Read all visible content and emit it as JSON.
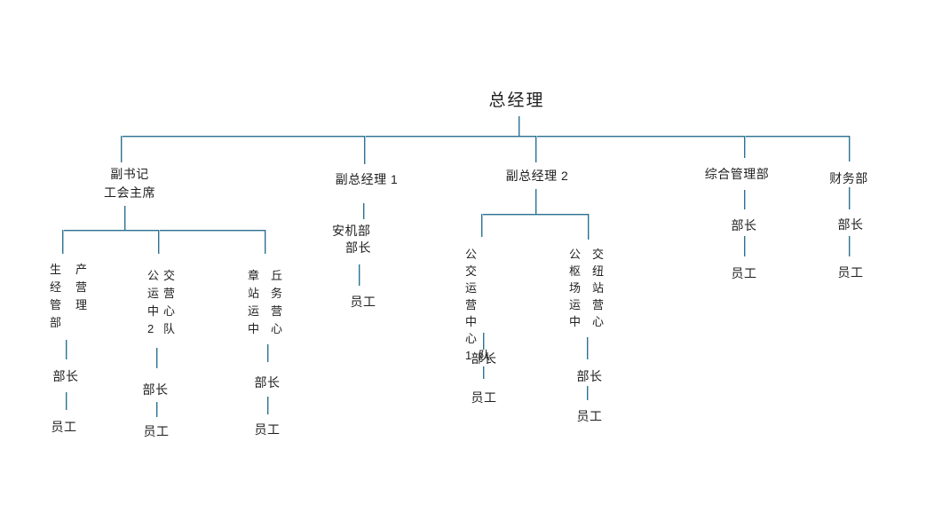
{
  "colors": {
    "background": "#ffffff",
    "text": "#1f1f1f",
    "connector_dark": "#2e7191",
    "connector_light": "#a6c6d4"
  },
  "org": {
    "root": {
      "label": "总经理"
    },
    "branches": [
      {
        "label": "副书记\n工会主席",
        "children": [
          {
            "dept": "生 产\n经 营\n管 理\n部",
            "head": "部长",
            "staff": "员工"
          },
          {
            "dept": "公 交\n运 营\n中 心\n2 队",
            "head": "部长",
            "staff": "员工"
          },
          {
            "dept": "章 丘\n站 务\n运 营\n中 心",
            "head": "部长",
            "staff": "员工"
          }
        ]
      },
      {
        "label": "副总经理 1",
        "children": [
          {
            "dept": "安机部",
            "head": "部长",
            "staff": "员工"
          }
        ]
      },
      {
        "label": "副总经理 2",
        "children": [
          {
            "dept": "公 交\n运 营\n中 心\n1 队",
            "head": "部长",
            "staff": "员工"
          },
          {
            "dept": "公 交\n枢 纽\n场 站\n运 营\n中 心",
            "head": "部长",
            "staff": "员工"
          }
        ]
      },
      {
        "label": "综合管理部",
        "head": "部长",
        "staff": "员工"
      },
      {
        "label": "财务部",
        "head": "部长",
        "staff": "员工"
      }
    ]
  }
}
